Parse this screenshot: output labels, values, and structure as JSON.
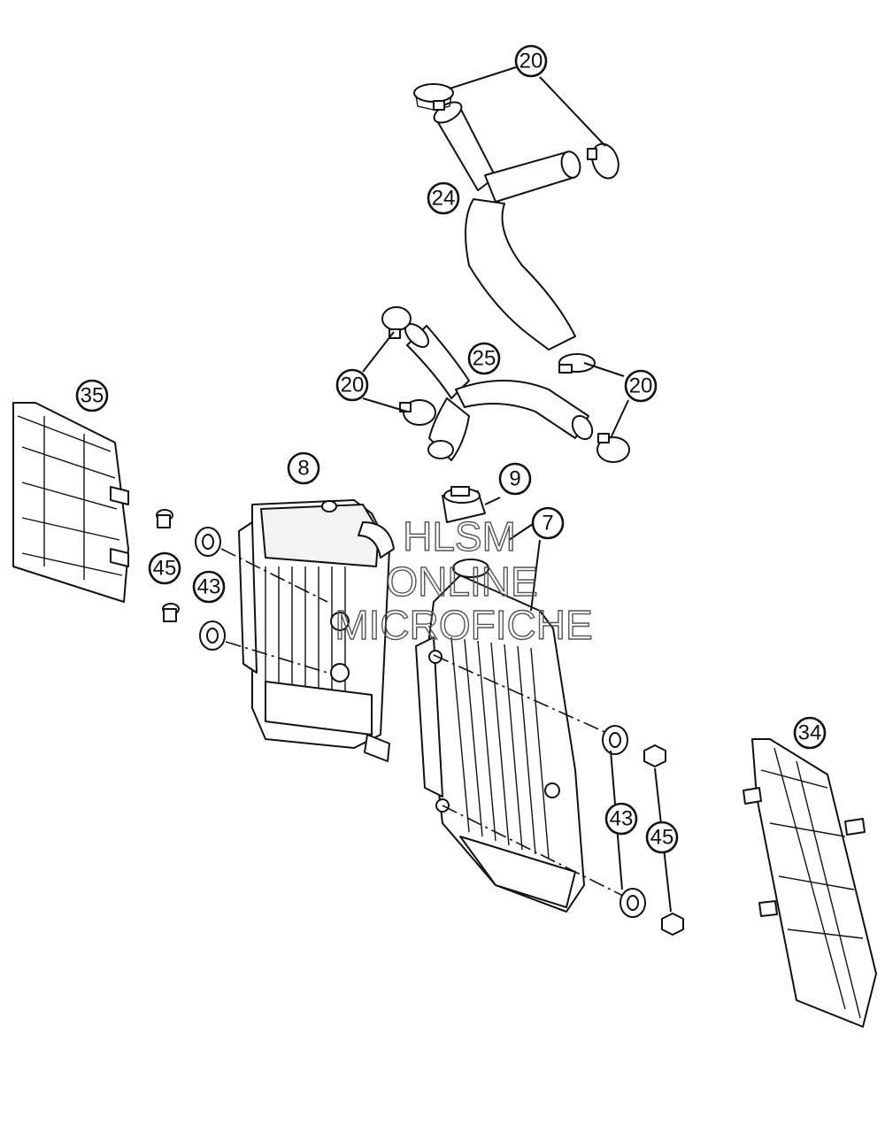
{
  "callouts": {
    "c20_top": "20",
    "c24": "24",
    "c20_left": "20",
    "c25": "25",
    "c20_right": "20",
    "c35": "35",
    "c8": "8",
    "c9": "9",
    "c7": "7",
    "c45_left": "45",
    "c43_left": "43",
    "c34": "34",
    "c43_right": "43",
    "c45_right": "45"
  },
  "watermark": {
    "line1": "HLSM",
    "line2": "ONLINE",
    "line3": "MICROFICHE"
  },
  "colors": {
    "line": "#111111",
    "background": "#ffffff",
    "watermark": "#555555"
  }
}
